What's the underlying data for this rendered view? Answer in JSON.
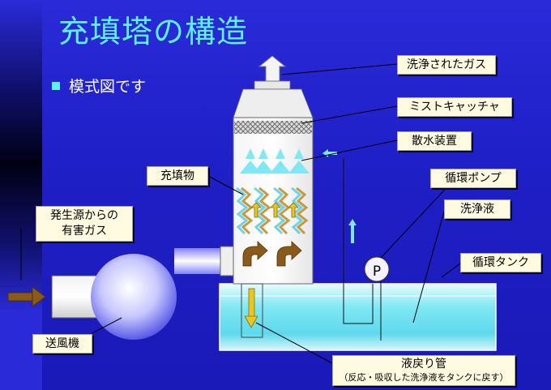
{
  "title": "充填塔の構造",
  "subtitle": "模式図です",
  "labels": {
    "clean_gas": "洗浄されたガス",
    "mist_catcher": "ミストキャッチャ",
    "sprinkler": "散水装置",
    "packing": "充填物",
    "circ_pump": "循環ポンプ",
    "wash_liquid": "洗浄液",
    "harmful_gas_line1": "発生源からの",
    "harmful_gas_line2": "有害ガス",
    "circ_tank": "循環タンク",
    "blower": "送風機",
    "return_pipe": "液戻り管",
    "return_pipe_note": "（反応・吸収した洗浄液をタンクに戻す）",
    "pump_symbol": "P"
  },
  "colors": {
    "background": "#1f1fc6",
    "title": "#5ef0ee",
    "label_bg": "#fffbe0",
    "tank_liquid": "#66e0f0",
    "arrow_brown": "#8a5a1a",
    "arrow_yellow": "#e6c820"
  }
}
